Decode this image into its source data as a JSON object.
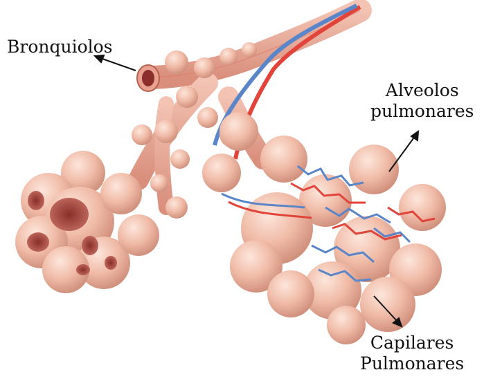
{
  "labels": {
    "bronquiolos": "Bronquiolos",
    "alveolos_line1": "Alveolos",
    "alveolos_line2": "pulmonares",
    "capilares_line1": "Capilares",
    "capilares_line2": "Pulmonares"
  },
  "colors": {
    "alveolus": "#f2c1ae",
    "alveolus_shadow": "#d79a86",
    "bronchiole": "#e8a28f",
    "artery": "#e0443a",
    "vein": "#5a86c9",
    "label_text": "#111111"
  }
}
